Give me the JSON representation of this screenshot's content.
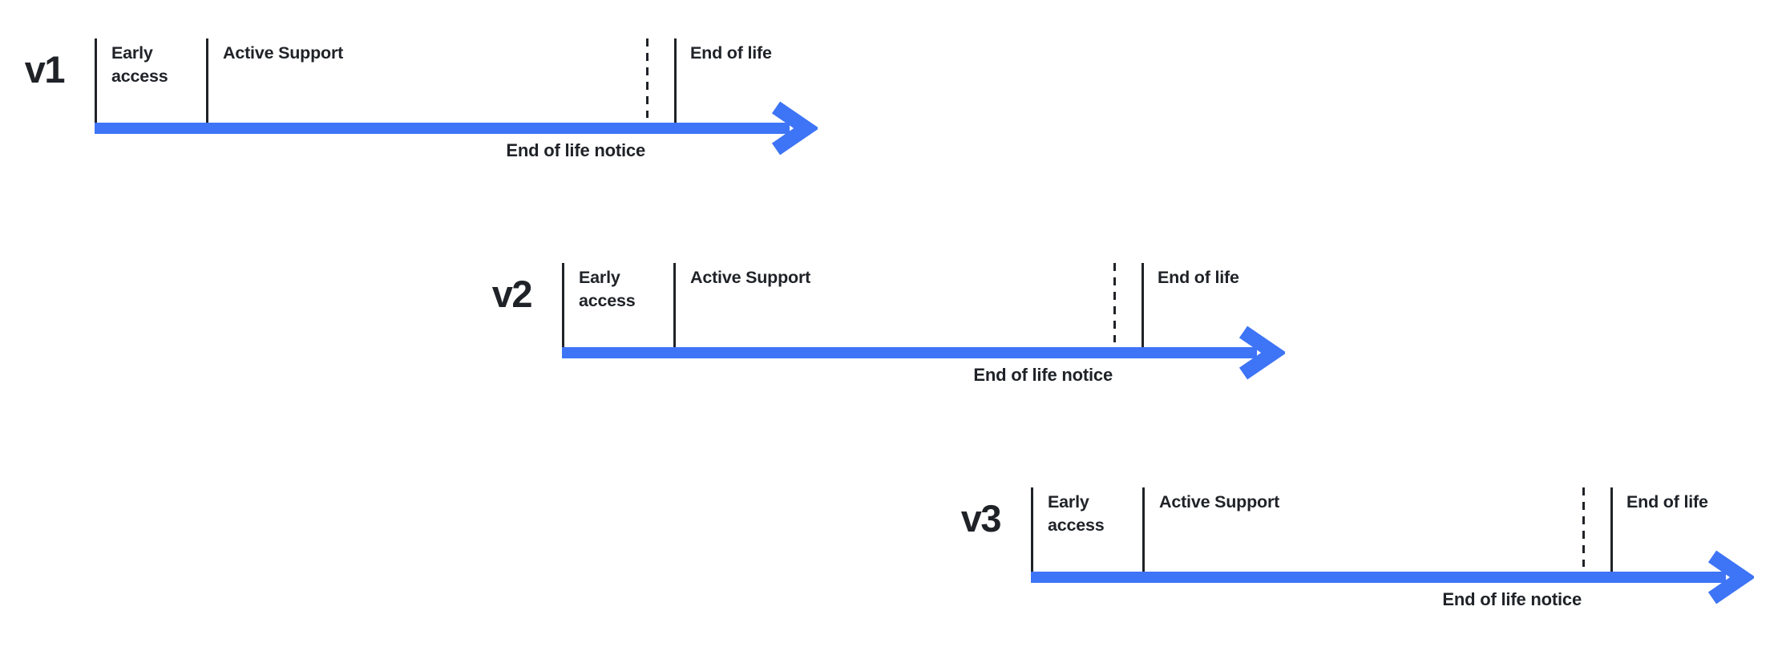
{
  "diagram": {
    "title": "release-version-lifecycle",
    "accent_color": "#3e74f6",
    "line_color": "#1f2227",
    "timelines": [
      {
        "version": "v1",
        "early_access_label": "Early access",
        "active_support_label": "Active Support",
        "end_of_life_label": "End of life",
        "end_of_life_notice_label": "End of life notice"
      },
      {
        "version": "v2",
        "early_access_label": "Early access",
        "active_support_label": "Active Support",
        "end_of_life_label": "End of life",
        "end_of_life_notice_label": "End of life notice"
      },
      {
        "version": "v3",
        "early_access_label": "Early access",
        "active_support_label": "Active Support",
        "end_of_life_label": "End of life",
        "end_of_life_notice_label": "End of life notice"
      }
    ]
  }
}
